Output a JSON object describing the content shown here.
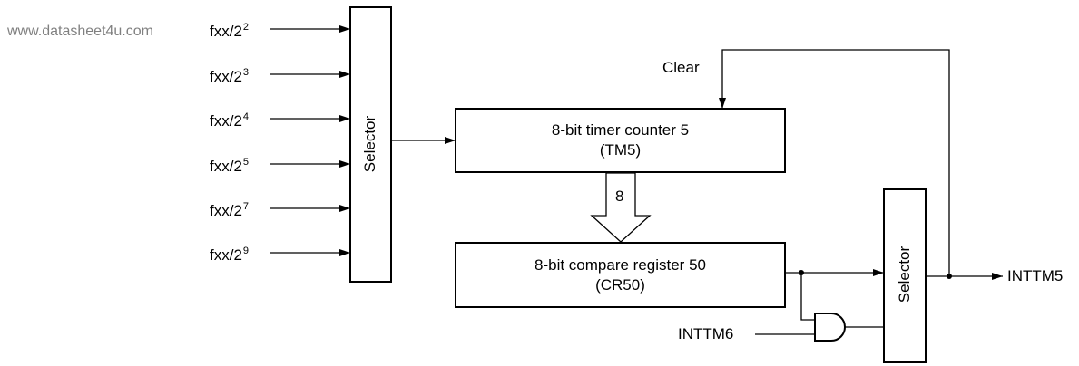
{
  "watermark": "www.datasheet4u.com",
  "clock_inputs": [
    {
      "prefix": "fxx/2",
      "exp": "2"
    },
    {
      "prefix": "fxx/2",
      "exp": "3"
    },
    {
      "prefix": "fxx/2",
      "exp": "4"
    },
    {
      "prefix": "fxx/2",
      "exp": "5"
    },
    {
      "prefix": "fxx/2",
      "exp": "7"
    },
    {
      "prefix": "fxx/2",
      "exp": "9"
    }
  ],
  "selector_left": {
    "label": "Selector"
  },
  "selector_right": {
    "label": "Selector"
  },
  "timer_counter": {
    "line1": "8-bit timer counter 5",
    "line2": "(TM5)"
  },
  "compare_register": {
    "line1": "8-bit compare register 50",
    "line2": "(CR50)"
  },
  "bus_width": "8",
  "clear_label": "Clear",
  "inttm6_label": "INTTM6",
  "inttm5_label": "INTTM5"
}
